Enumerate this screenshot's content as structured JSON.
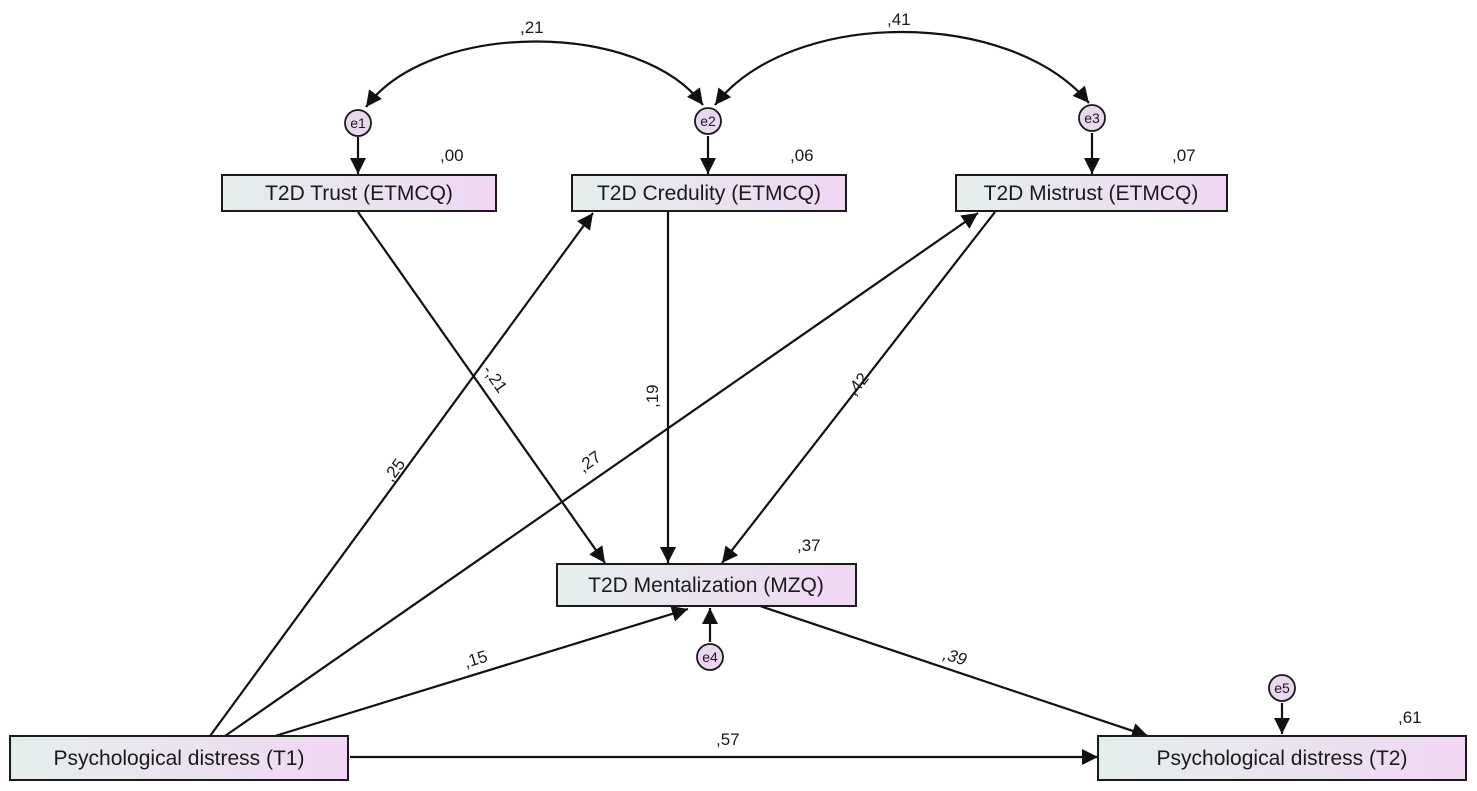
{
  "nodes": {
    "trust": {
      "label": "T2D Trust (ETMCQ)",
      "r2": ",00"
    },
    "credulity": {
      "label": "T2D Credulity (ETMCQ)",
      "r2": ",06"
    },
    "mistrust": {
      "label": "T2D Mistrust (ETMCQ)",
      "r2": ",07"
    },
    "mentalization": {
      "label": "T2D Mentalization (MZQ)",
      "r2": ",37"
    },
    "distress_t1": {
      "label": "Psychological distress (T1)"
    },
    "distress_t2": {
      "label": "Psychological distress (T2)",
      "r2": ",61"
    }
  },
  "errors": {
    "e1": "e1",
    "e2": "e2",
    "e3": "e3",
    "e4": "e4",
    "e5": "e5"
  },
  "covariances": {
    "e1_e2": ",21",
    "e2_e3": ",41"
  },
  "paths": {
    "trust_to_mentalization": "-,21",
    "credulity_to_mentalization": ",19",
    "mistrust_to_mentalization": ",42",
    "t1_to_credulity": ",25",
    "t1_to_mistrust": ",27",
    "t1_to_mentalization": ",15",
    "mentalization_to_t2": ",39",
    "t1_to_t2": ",57"
  },
  "colors": {
    "node_gradient_start": "#e4eeec",
    "node_gradient_end": "#f0d7f3",
    "error_fill": "#ead7ef",
    "line": "#111111"
  }
}
